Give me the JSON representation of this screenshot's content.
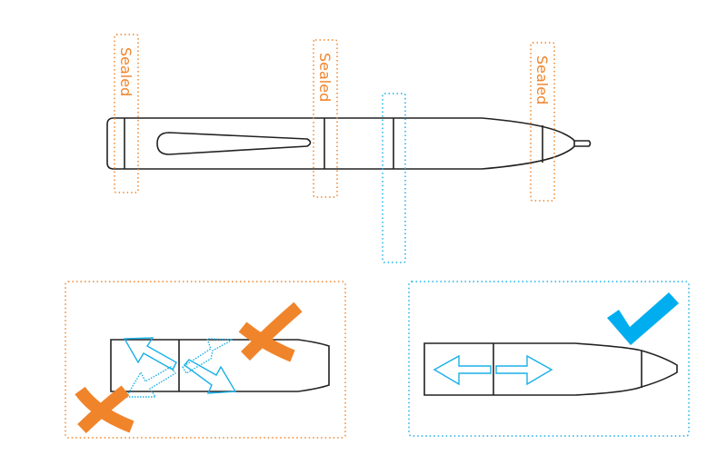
{
  "diagram": {
    "title": "Pen seal zones and correct pulling direction",
    "colors": {
      "outline": "#222222",
      "sealed": "#f0842a",
      "allowed": "#1ab0e8",
      "wrong_mark": "#f0842a",
      "right_mark": "#00aeef"
    },
    "top_pen": {
      "sealed_labels": [
        "Sealed",
        "Sealed",
        "Sealed"
      ],
      "open_zone_count": 1
    },
    "bottom_left_panel": {
      "meaning": "incorrect",
      "mark_icon": "x-mark",
      "mark_count": 2,
      "arrows": "twisting / angled pulls"
    },
    "bottom_right_panel": {
      "meaning": "correct",
      "mark_icon": "check-mark",
      "arrows": "straight pull apart"
    }
  }
}
